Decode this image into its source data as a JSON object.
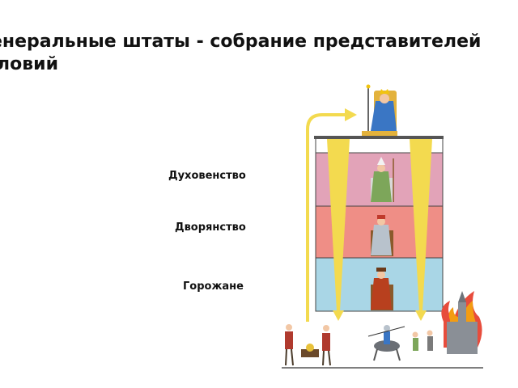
{
  "title": {
    "line1": "енеральные штаты - собрание представителей",
    "line2": "ловий"
  },
  "estates": [
    {
      "label": "Духовенство",
      "color": "#e2a3b8"
    },
    {
      "label": "Дворянство",
      "color": "#ef8e86"
    },
    {
      "label": "Горожане",
      "color": "#a9d6e6"
    }
  ],
  "colors": {
    "arrow": "#f3da4f",
    "platform": "#555555"
  }
}
